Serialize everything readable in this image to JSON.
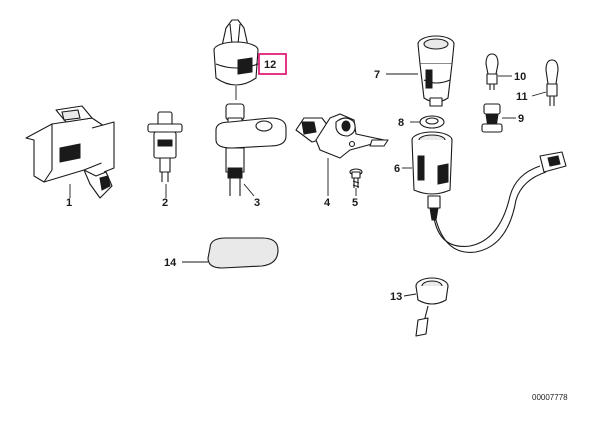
{
  "callouts": {
    "p1": "1",
    "p2": "2",
    "p3": "3",
    "p4": "4",
    "p5": "5",
    "p6": "6",
    "p7": "7",
    "p8": "8",
    "p9": "9",
    "p10": "10",
    "p11": "11",
    "p12": "12",
    "p13": "13",
    "p14": "14"
  },
  "highlighted_callout": "12",
  "highlight_color": "#e0207c",
  "drawing_number": "00007778"
}
